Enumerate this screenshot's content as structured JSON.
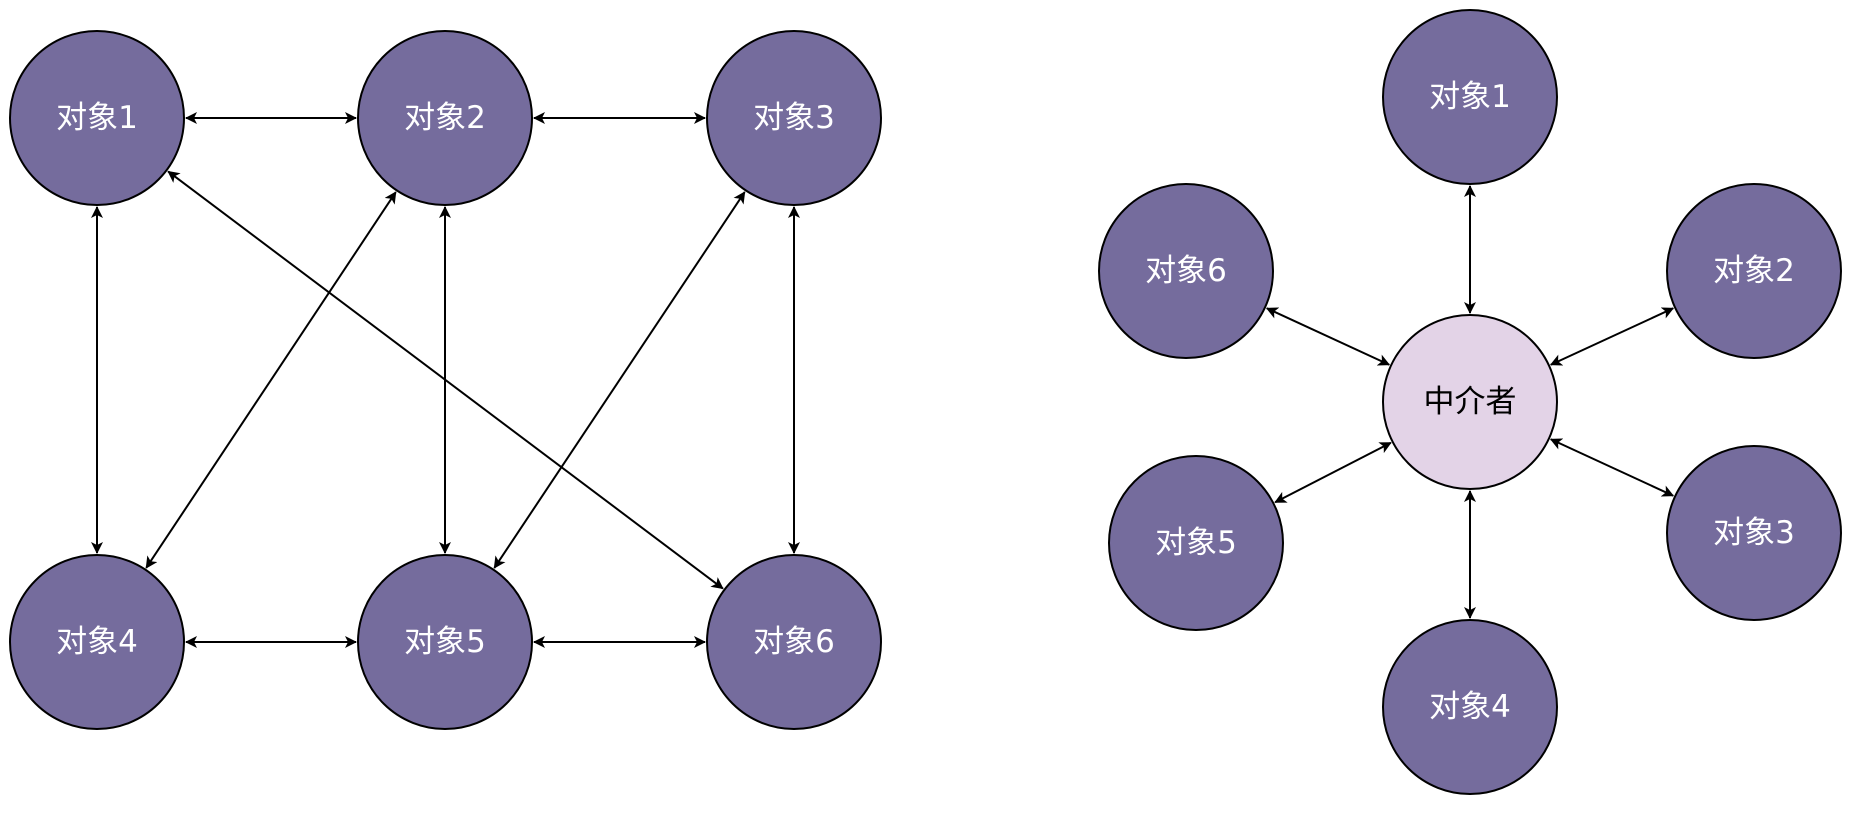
{
  "colors": {
    "object_fill": "#756c9d",
    "object_text": "#ffffff",
    "mediator_fill": "#e3d3e7",
    "mediator_text": "#000000",
    "stroke": "#000000"
  },
  "mesh_diagram": {
    "nodes": [
      {
        "id": "m1",
        "label": "对象1"
      },
      {
        "id": "m2",
        "label": "对象2"
      },
      {
        "id": "m3",
        "label": "对象3"
      },
      {
        "id": "m4",
        "label": "对象4"
      },
      {
        "id": "m5",
        "label": "对象5"
      },
      {
        "id": "m6",
        "label": "对象6"
      }
    ],
    "edges": [
      {
        "from": "m1",
        "to": "m2",
        "arrows": "both"
      },
      {
        "from": "m2",
        "to": "m3",
        "arrows": "both"
      },
      {
        "from": "m4",
        "to": "m5",
        "arrows": "both"
      },
      {
        "from": "m5",
        "to": "m6",
        "arrows": "both"
      },
      {
        "from": "m1",
        "to": "m4",
        "arrows": "both"
      },
      {
        "from": "m2",
        "to": "m5",
        "arrows": "both"
      },
      {
        "from": "m3",
        "to": "m6",
        "arrows": "both"
      },
      {
        "from": "m1",
        "to": "m6",
        "arrows": "both"
      },
      {
        "from": "m2",
        "to": "m4",
        "arrows": "both"
      },
      {
        "from": "m3",
        "to": "m5",
        "arrows": "both"
      }
    ]
  },
  "star_diagram": {
    "center": {
      "id": "c",
      "label": "中介者"
    },
    "nodes": [
      {
        "id": "s1",
        "label": "对象1"
      },
      {
        "id": "s2",
        "label": "对象2"
      },
      {
        "id": "s3",
        "label": "对象3"
      },
      {
        "id": "s4",
        "label": "对象4"
      },
      {
        "id": "s5",
        "label": "对象5"
      },
      {
        "id": "s6",
        "label": "对象6"
      }
    ],
    "edges": [
      {
        "from": "c",
        "to": "s1",
        "arrows": "both"
      },
      {
        "from": "c",
        "to": "s2",
        "arrows": "both"
      },
      {
        "from": "c",
        "to": "s3",
        "arrows": "both"
      },
      {
        "from": "c",
        "to": "s4",
        "arrows": "both"
      },
      {
        "from": "c",
        "to": "s5",
        "arrows": "both"
      },
      {
        "from": "c",
        "to": "s6",
        "arrows": "both"
      }
    ]
  }
}
